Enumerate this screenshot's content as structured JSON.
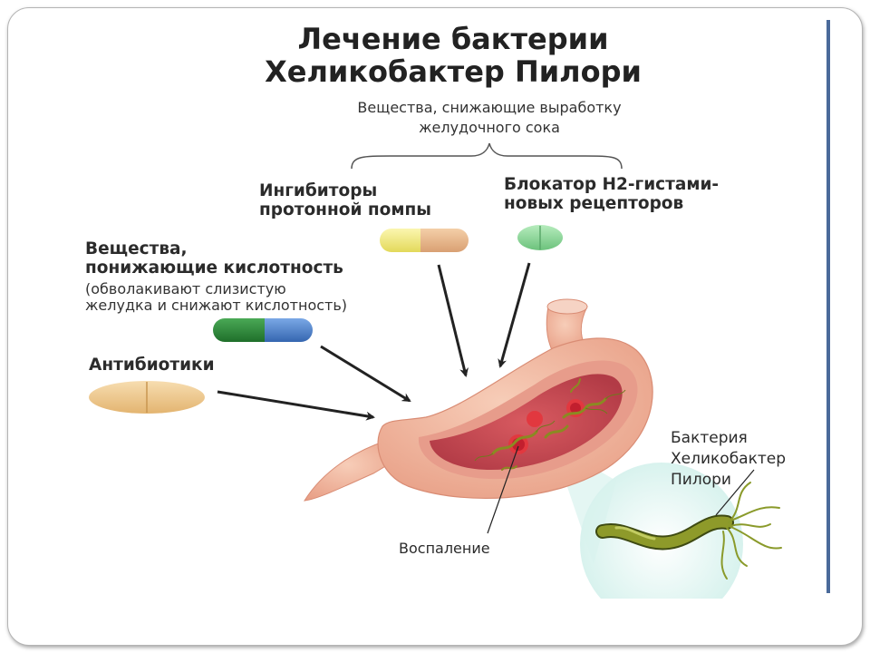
{
  "title": {
    "line1": "Лечение бактерии",
    "line2": "Хеликобактер Пилори"
  },
  "secretion_group": {
    "line1": "Вещества, снижающие выработку",
    "line2": "желудочного сока"
  },
  "ppi": {
    "line1": "Ингибиторы",
    "line2": "протонной помпы"
  },
  "h2_blocker": {
    "line1": "Блокатор Н2-гистами-",
    "line2": "новых рецепторов"
  },
  "acid_reducers": {
    "line1": "Вещества,",
    "line2": "понижающие кислотность",
    "note1": "(обволакивают слизистую",
    "note2": "желудка и снижают кислотность)"
  },
  "antibiotics": {
    "label": "Антибиотики"
  },
  "bacterium": {
    "line1": "Бактерия",
    "line2": "Хеликобактер",
    "line3": "Пилори"
  },
  "inflammation": {
    "label": "Воспаление"
  },
  "colors": {
    "frame": "#b4b4b4",
    "accent_bar": "#4a6a9a",
    "stomach": "#f2b9a2",
    "mucosa": "#c74a52",
    "bacteria": "#8a8a22",
    "pill_yellow": "#f2ea78",
    "pill_peach": "#e8b58a",
    "pill_green": "#2f8f3c",
    "pill_blue": "#4a82d0",
    "tablet_light_green": "#8ed89a",
    "tablet_tan": "#f0cc8e"
  },
  "icons": [
    "capsule-yellow-peach",
    "tablet-green",
    "capsule-green-blue",
    "tablet-tan",
    "stomach",
    "bacterium-magnified"
  ]
}
